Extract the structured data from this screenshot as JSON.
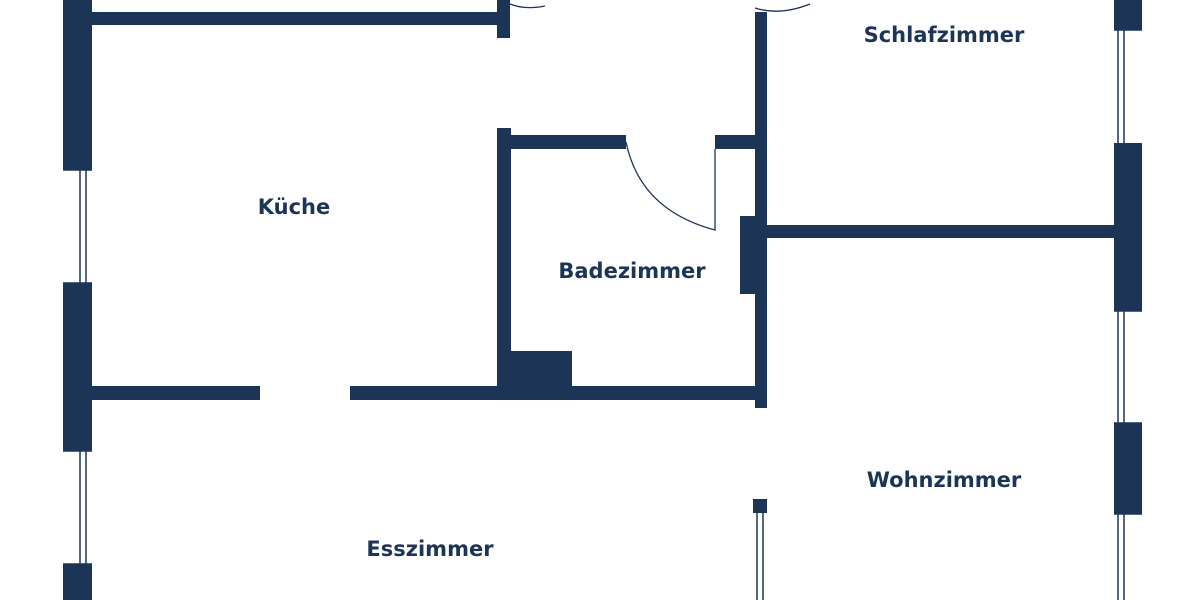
{
  "plan": {
    "wall_color": "#1c3556",
    "label_color": "#1c3556",
    "background": "#ffffff",
    "rooms": [
      {
        "id": "schlafzimmer",
        "label": "Schlafzimmer"
      },
      {
        "id": "kueche",
        "label": "Küche"
      },
      {
        "id": "badezimmer",
        "label": "Badezimmer"
      },
      {
        "id": "wohnzimmer",
        "label": "Wohnzimmer"
      },
      {
        "id": "esszimmer",
        "label": "Esszimmer"
      }
    ]
  }
}
